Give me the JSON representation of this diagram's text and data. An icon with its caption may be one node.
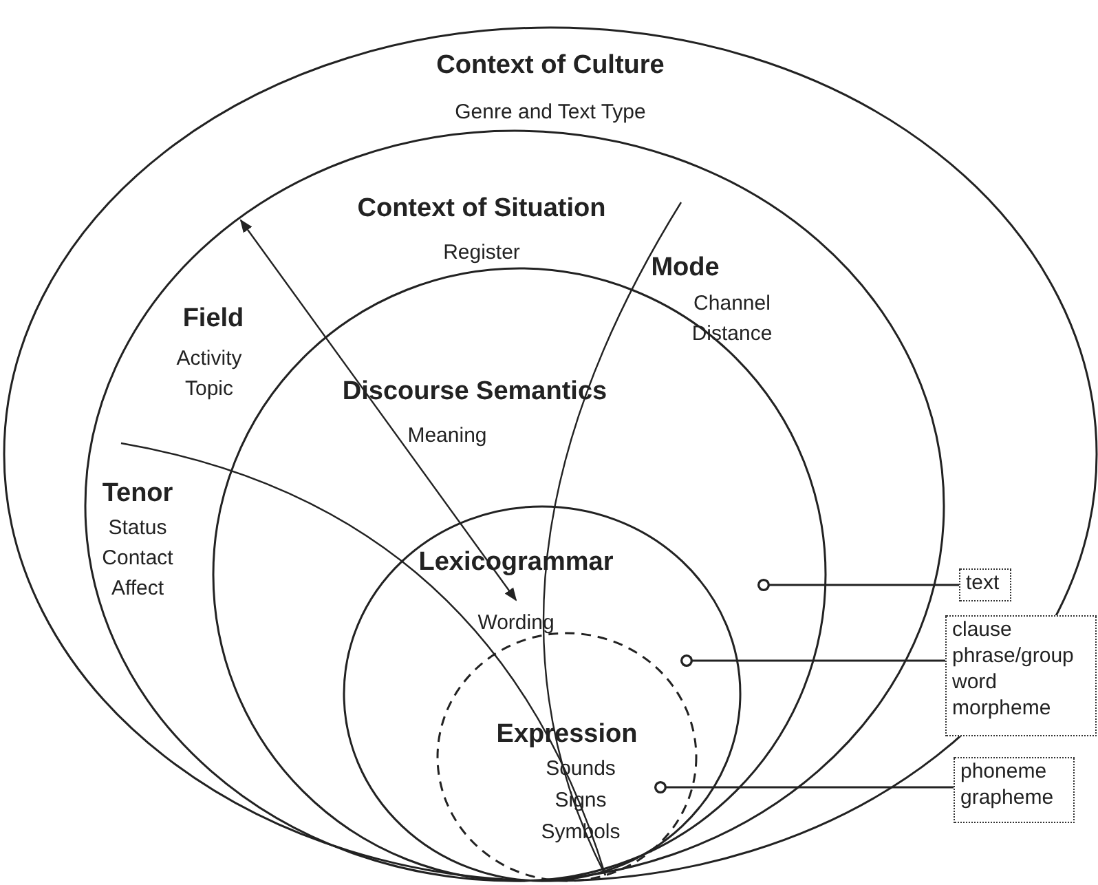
{
  "diagram": {
    "nodes": [
      {
        "text": [
          "Context of Culture",
          "Genre and Text Type"
        ]
      },
      {
        "text": [
          "Context of Situation",
          "Register"
        ],
        "in": 0
      },
      {
        "text": [
          "Discourse Semantics",
          "Meaning"
        ],
        "in": 1
      },
      {
        "text": [
          "Lexicogrammar",
          "Wording"
        ],
        "in": 2
      },
      {
        "text": [
          "Expression",
          "Sounds Signs Symbols"
        ],
        "in": 3
      },
      {
        "text": [
          "text"
        ],
        "in": 0
      },
      {
        "text": [
          "clause phrase/group word morpheme"
        ]
      },
      {
        "text": [
          "phoneme grapheme"
        ]
      }
    ],
    "edges": [
      {
        "from": 5,
        "to": 2,
        "arrow": "other"
      },
      {
        "from": 6,
        "to": 3,
        "arrow": "other"
      },
      {
        "from": 7,
        "to": 4,
        "arrow": "other"
      }
    ],
    "labels": [
      "Field",
      "Activity Topic",
      "Mode",
      "Channel Distance",
      "Tenor",
      "Status Contact Affect"
    ]
  }
}
